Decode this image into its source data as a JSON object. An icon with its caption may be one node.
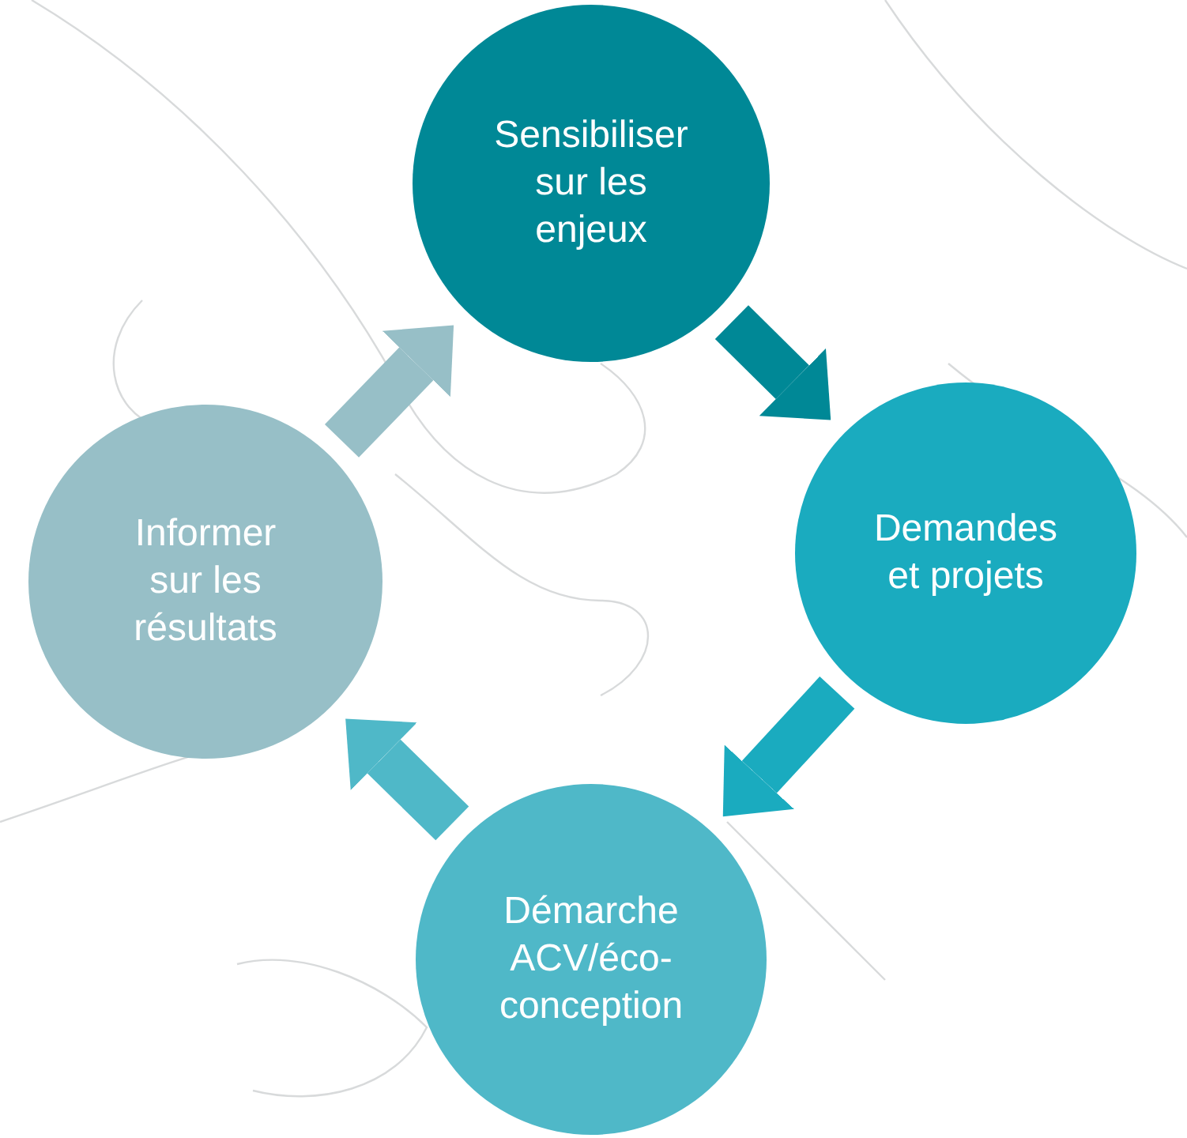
{
  "diagram": {
    "nodes": [
      {
        "text": [
          "Sensibiliser sur les enjeux"
        ]
      },
      {
        "text": [
          "Demandes et projets"
        ]
      },
      {
        "text": [
          "Démarche ACV/éco-conception"
        ]
      },
      {
        "text": [
          "Informer sur les résultats"
        ]
      }
    ],
    "edges": [
      {
        "from": 0,
        "to": 1,
        "arrow": "to",
        "color": "#008896"
      },
      {
        "from": 1,
        "to": 2,
        "arrow": "to",
        "color": "#1aabbf"
      },
      {
        "from": 2,
        "to": 3,
        "arrow": "to",
        "color": "#4fb8c8"
      },
      {
        "from": 3,
        "to": 0,
        "arrow": "to",
        "color": "#97bfc7"
      }
    ]
  }
}
